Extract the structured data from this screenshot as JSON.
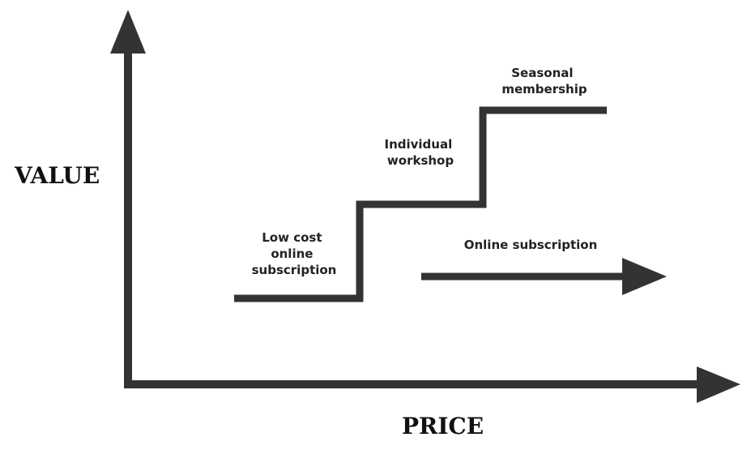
{
  "axes": {
    "y_label": "VALUE",
    "x_label": "PRICE"
  },
  "steps": [
    {
      "lines": [
        "Low cost",
        "online",
        "subscription"
      ]
    },
    {
      "lines": [
        "Individual",
        "workshop"
      ]
    },
    {
      "lines": [
        "Seasonal",
        "membership"
      ]
    }
  ],
  "arrow": {
    "lines": [
      "Online subscription"
    ]
  },
  "colors": {
    "stroke": "#333333",
    "text": "#222222",
    "background": "#ffffff"
  }
}
